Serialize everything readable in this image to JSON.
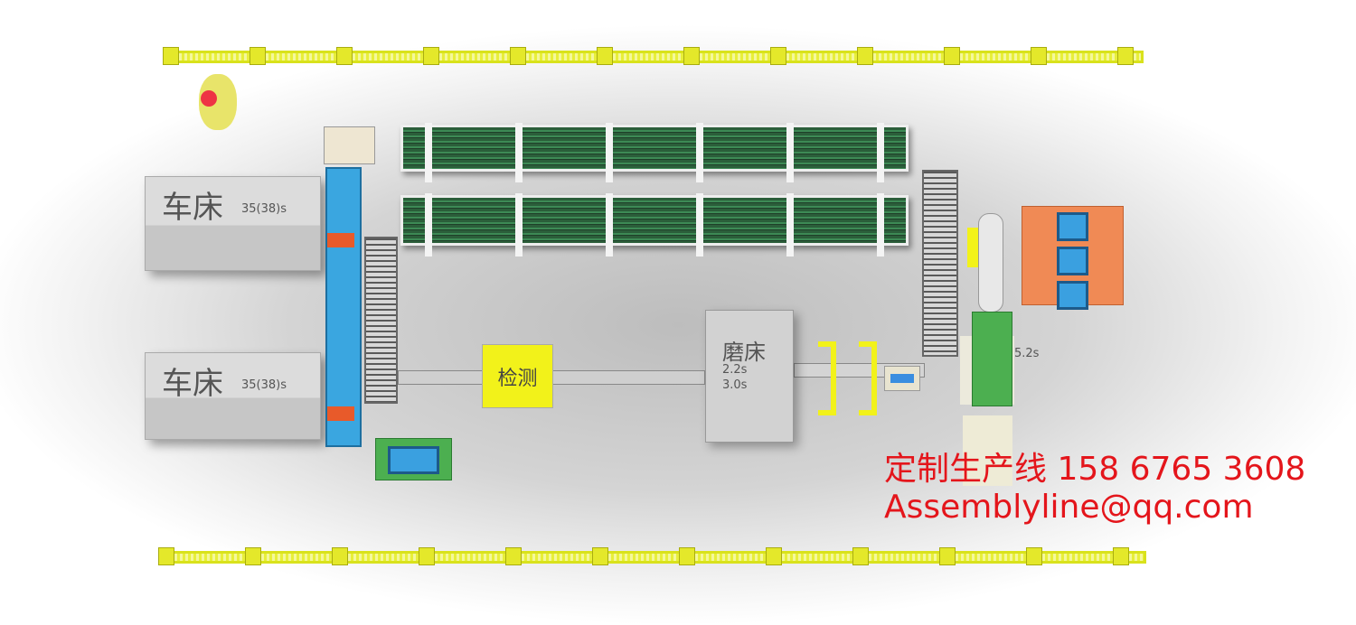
{
  "lathes": [
    {
      "label": "车床",
      "cycle": "35(38)s"
    },
    {
      "label": "车床",
      "cycle": "35(38)s"
    }
  ],
  "inspection": {
    "label": "检测"
  },
  "grinder": {
    "label": "磨床",
    "times": [
      "2.2s",
      "3.0s"
    ]
  },
  "assembly": {
    "cycle": "5.2s"
  },
  "contact": {
    "line1": "定制生产线 158 6765 3608",
    "line2": "Assemblyline@qq.com"
  },
  "colors": {
    "fence": "#e8ef3a",
    "conveyor": "#3aa6e0",
    "rack": "#2b5e3a",
    "pallet": "#f08a55",
    "contact": "#e4151b"
  }
}
